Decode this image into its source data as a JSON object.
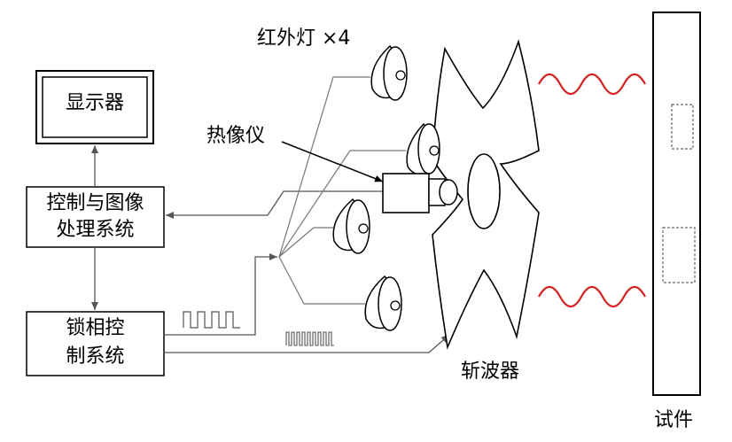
{
  "labels": {
    "display": "显示器",
    "control_line1": "控制与图像",
    "control_line2": "处理系统",
    "lockin_line1": "锁相控",
    "lockin_line2": "制系统",
    "camera": "热像仪",
    "ir_lamps": "红外灯 ×4",
    "chopper": "斩波器",
    "specimen": "试件"
  },
  "colors": {
    "line": "#000000",
    "wire": "#777777",
    "heat_wave": "#d42020"
  }
}
